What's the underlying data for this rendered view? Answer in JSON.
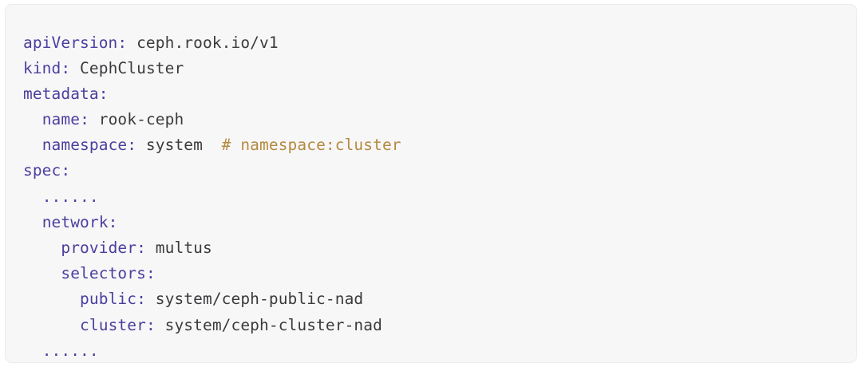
{
  "card": {
    "background_color": "#f7f7f8",
    "border_color": "#ebebed",
    "language": "yaml"
  },
  "colors": {
    "key": "#4b3f9e",
    "value": "#3b3b3d",
    "comment": "#b5893f",
    "punctuation": "#4b3f9e"
  },
  "code": {
    "lines": [
      {
        "indent": "",
        "key": "apiVersion",
        "colon": ":",
        "value": "ceph.rook.io/v1",
        "comment": ""
      },
      {
        "indent": "",
        "key": "kind",
        "colon": ":",
        "value": "CephCluster",
        "comment": ""
      },
      {
        "indent": "",
        "key": "metadata",
        "colon": ":",
        "value": "",
        "comment": ""
      },
      {
        "indent": "  ",
        "key": "name",
        "colon": ":",
        "value": "rook-ceph",
        "comment": ""
      },
      {
        "indent": "  ",
        "key": "namespace",
        "colon": ":",
        "value": "system",
        "comment": "# namespace:cluster"
      },
      {
        "indent": "",
        "key": "spec",
        "colon": ":",
        "value": "",
        "comment": ""
      },
      {
        "indent": "  ",
        "key": "",
        "colon": "",
        "value": "",
        "comment": "",
        "dots": "......"
      },
      {
        "indent": "  ",
        "key": "network",
        "colon": ":",
        "value": "",
        "comment": ""
      },
      {
        "indent": "    ",
        "key": "provider",
        "colon": ":",
        "value": "multus",
        "comment": ""
      },
      {
        "indent": "    ",
        "key": "selectors",
        "colon": ":",
        "value": "",
        "comment": ""
      },
      {
        "indent": "      ",
        "key": "public",
        "colon": ":",
        "value": "system/ceph-public-nad",
        "comment": ""
      },
      {
        "indent": "      ",
        "key": "cluster",
        "colon": ":",
        "value": "system/ceph-cluster-nad",
        "comment": ""
      },
      {
        "indent": "  ",
        "key": "",
        "colon": "",
        "value": "",
        "comment": "",
        "dots": "......"
      }
    ]
  }
}
